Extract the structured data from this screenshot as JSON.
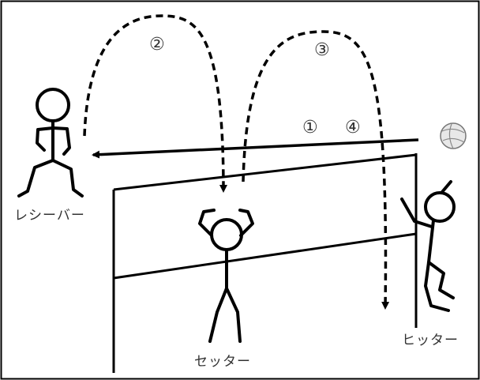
{
  "roles": {
    "receiver": "レシーバー",
    "setter": "セッター",
    "hitter": "ヒッター"
  },
  "steps": {
    "two": "②",
    "three": "③",
    "one": "①",
    "four": "④"
  },
  "colors": {
    "ink": "#000000",
    "text": "#333333",
    "ball": "#e8e8e8"
  }
}
